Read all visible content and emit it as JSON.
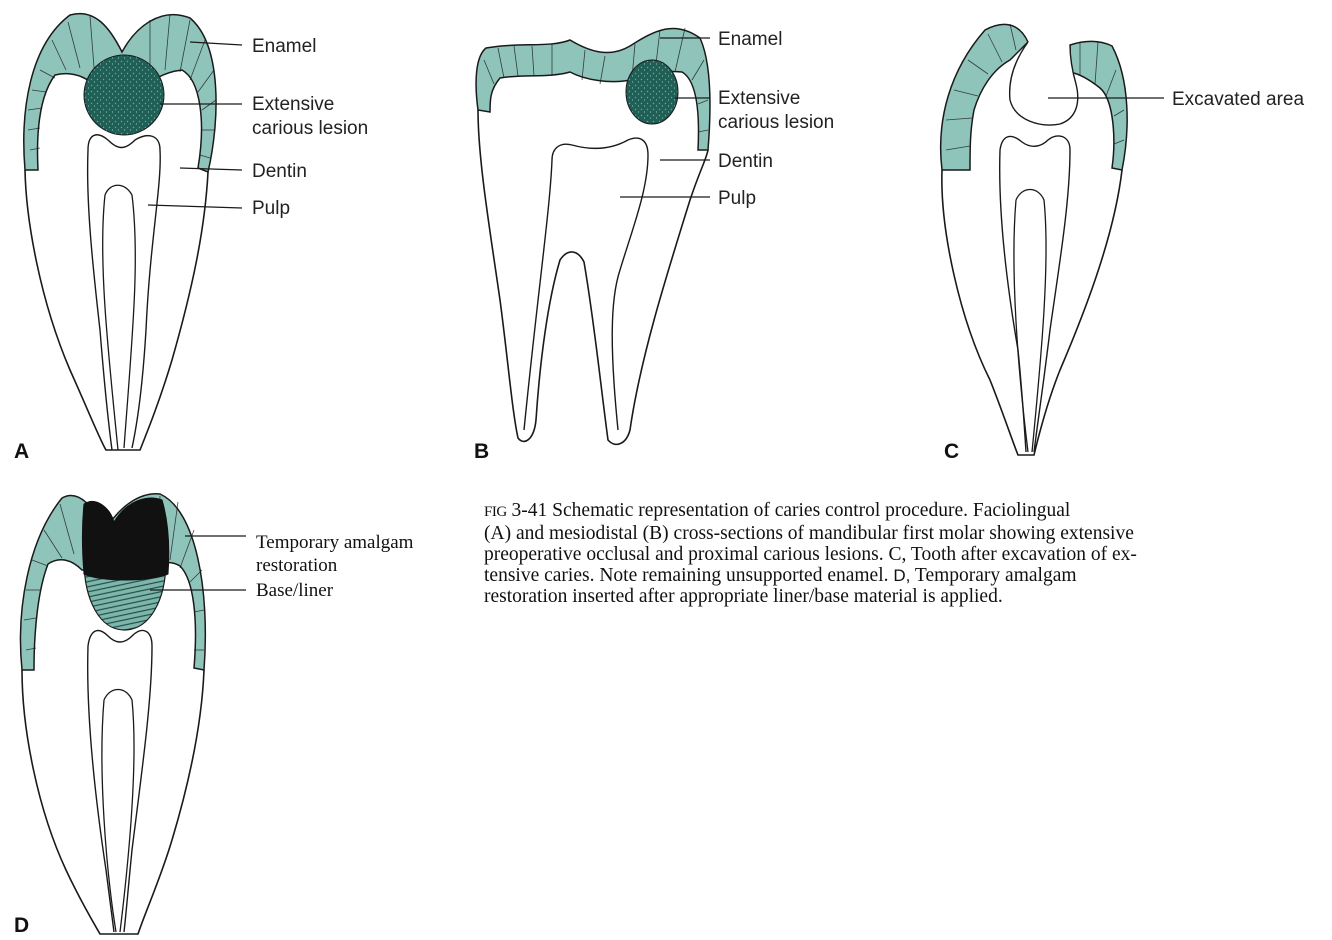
{
  "panels": [
    {
      "id": "A",
      "letter": "A",
      "labels": [
        "Enamel",
        "Extensive",
        "carious lesion",
        "Dentin",
        "Pulp"
      ]
    },
    {
      "id": "B",
      "letter": "B",
      "labels": [
        "Enamel",
        "Extensive",
        "carious lesion",
        "Dentin",
        "Pulp"
      ]
    },
    {
      "id": "C",
      "letter": "C",
      "labels": [
        "Excavated area"
      ]
    },
    {
      "id": "D",
      "letter": "D",
      "labels": [
        "Temporary amalgam",
        "restoration",
        "Base/liner"
      ]
    }
  ],
  "caption": {
    "fig_tag": "FIG",
    "line1": "3-41 Schematic representation of caries control procedure. Faciolingual",
    "line2": "(A) and mesiodistal (B) cross-sections of mandibular first molar showing extensive",
    "line3": "preoperative occlusal and proximal carious lesions. C, Tooth after excavation of ex-",
    "line4a": "tensive caries. Note remaining unsupported enamel.",
    "line4_letter": "D,",
    "line4b": "Temporary amalgam",
    "line5": "restoration inserted after appropriate liner/base material is applied."
  },
  "colors": {
    "enamel": "#8fc4bb",
    "lesion": "#1f5f55",
    "outline": "#1a1a1a",
    "amalgam": "#111111"
  }
}
